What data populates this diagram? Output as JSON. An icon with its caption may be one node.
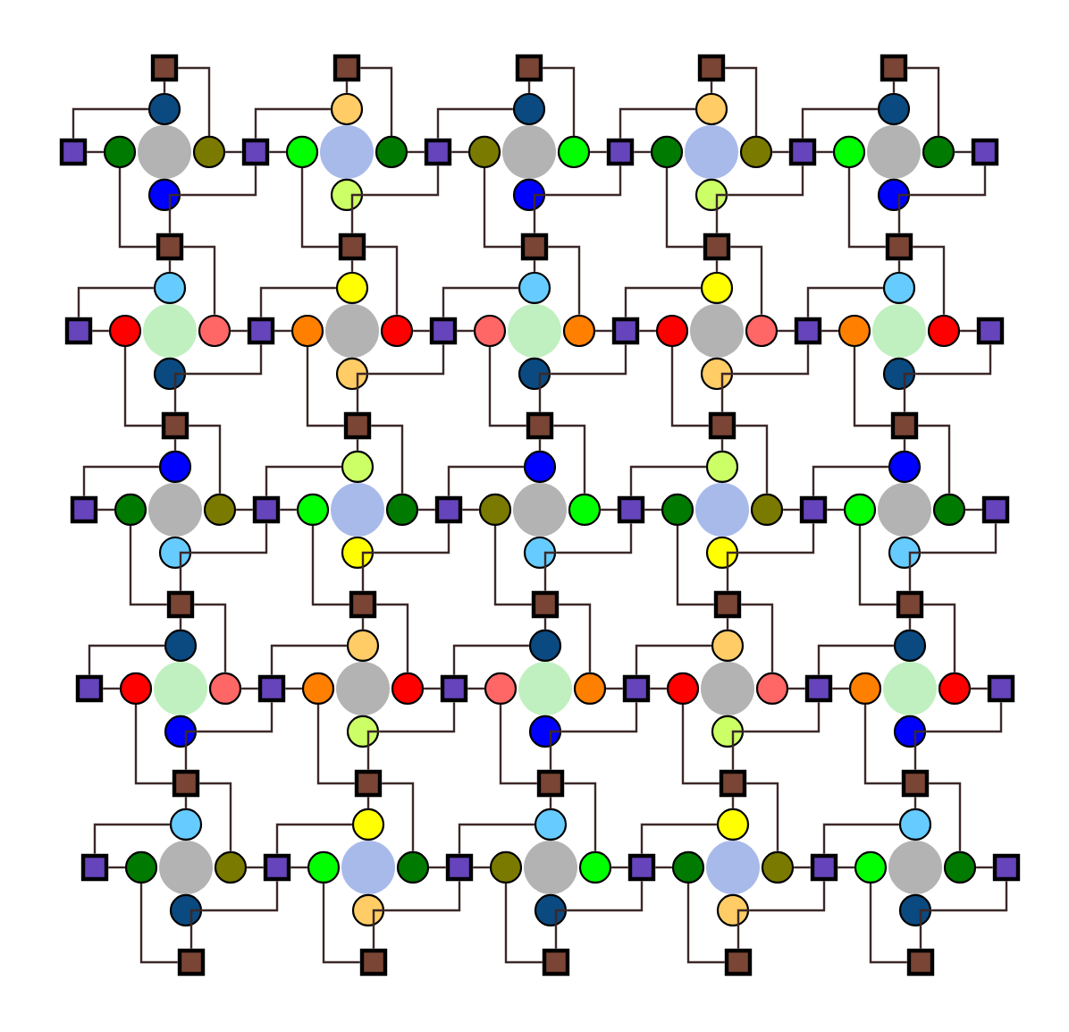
{
  "diagram": {
    "nodes": [
      {
        "text": [],
        "shape": "box"
      },
      {
        "text": [],
        "shape": "box"
      },
      {
        "text": [],
        "shape": "box"
      },
      {
        "text": [],
        "shape": "box"
      },
      {
        "text": [],
        "shape": "box"
      },
      {
        "text": [],
        "shape": "box"
      },
      {
        "text": [],
        "shape": "circle"
      },
      {
        "text": [],
        "shape": "circle"
      },
      {
        "text": [],
        "shape": "circle"
      },
      {
        "text": [],
        "shape": "circle"
      },
      {
        "text": [],
        "shape": "circle"
      },
      {
        "text": [],
        "shape": "box"
      },
      {
        "text": [],
        "shape": "circle"
      },
      {
        "text": [],
        "shape": "circle"
      },
      {
        "text": [],
        "shape": "circle"
      },
      {
        "text": [],
        "shape": "circle"
      },
      {
        "text": [],
        "shape": "circle"
      },
      {
        "text": [],
        "shape": "box"
      },
      {
        "text": [],
        "shape": "circle"
      },
      {
        "text": [],
        "shape": "circle"
      },
      {
        "text": [],
        "shape": "circle"
      },
      {
        "text": [],
        "shape": "circle"
      },
      {
        "text": [],
        "shape": "circle"
      },
      {
        "text": [],
        "shape": "box"
      },
      {
        "text": [],
        "shape": "circle"
      },
      {
        "text": [],
        "shape": "circle"
      },
      {
        "text": [],
        "shape": "circle"
      },
      {
        "text": [],
        "shape": "circle"
      },
      {
        "text": [],
        "shape": "circle"
      },
      {
        "text": [],
        "shape": "box"
      },
      {
        "text": [],
        "shape": "circle"
      },
      {
        "text": [],
        "shape": "circle"
      },
      {
        "text": [],
        "shape": "circle"
      },
      {
        "text": [],
        "shape": "circle"
      },
      {
        "text": [],
        "shape": "circle"
      },
      {
        "text": [],
        "shape": "box"
      },
      {
        "text": [],
        "shape": "box"
      },
      {
        "text": [],
        "shape": "box"
      },
      {
        "text": [],
        "shape": "box"
      },
      {
        "text": [],
        "shape": "box"
      },
      {
        "text": [],
        "shape": "box"
      },
      {
        "text": [],
        "shape": "box"
      },
      {
        "text": [],
        "shape": "circle"
      },
      {
        "text": [],
        "shape": "circle"
      },
      {
        "text": [],
        "shape": "circle"
      },
      {
        "text": [],
        "shape": "circle"
      },
      {
        "text": [],
        "shape": "circle"
      },
      {
        "text": [],
        "shape": "box"
      },
      {
        "text": [],
        "shape": "circle"
      },
      {
        "text": [],
        "shape": "circle"
      },
      {
        "text": [],
        "shape": "circle"
      },
      {
        "text": [],
        "shape": "circle"
      },
      {
        "text": [],
        "shape": "circle"
      },
      {
        "text": [],
        "shape": "box"
      },
      {
        "text": [],
        "shape": "circle"
      },
      {
        "text": [],
        "shape": "circle"
      },
      {
        "text": [],
        "shape": "circle"
      },
      {
        "text": [],
        "shape": "circle"
      },
      {
        "text": [],
        "shape": "circle"
      },
      {
        "text": [],
        "shape": "box"
      },
      {
        "text": [],
        "shape": "circle"
      },
      {
        "text": [],
        "shape": "circle"
      },
      {
        "text": [],
        "shape": "circle"
      },
      {
        "text": [],
        "shape": "circle"
      },
      {
        "text": [],
        "shape": "circle"
      },
      {
        "text": [],
        "shape": "box"
      },
      {
        "text": [],
        "shape": "circle"
      },
      {
        "text": [],
        "shape": "circle"
      },
      {
        "text": [],
        "shape": "circle"
      },
      {
        "text": [],
        "shape": "circle"
      },
      {
        "text": [],
        "shape": "circle"
      },
      {
        "text": [],
        "shape": "box"
      },
      {
        "text": [],
        "shape": "box"
      },
      {
        "text": [],
        "shape": "box"
      },
      {
        "text": [],
        "shape": "box"
      },
      {
        "text": [],
        "shape": "box"
      },
      {
        "text": [],
        "shape": "box"
      },
      {
        "text": [],
        "shape": "box"
      },
      {
        "text": [],
        "shape": "circle"
      },
      {
        "text": [],
        "shape": "circle"
      },
      {
        "text": [],
        "shape": "circle"
      },
      {
        "text": [],
        "shape": "circle"
      },
      {
        "text": [],
        "shape": "circle"
      },
      {
        "text": [],
        "shape": "box"
      },
      {
        "text": [],
        "shape": "circle"
      },
      {
        "text": [],
        "shape": "circle"
      },
      {
        "text": [],
        "shape": "circle"
      },
      {
        "text": [],
        "shape": "circle"
      },
      {
        "text": [],
        "shape": "circle"
      },
      {
        "text": [],
        "shape": "box"
      },
      {
        "text": [],
        "shape": "circle"
      },
      {
        "text": [],
        "shape": "circle"
      },
      {
        "text": [],
        "shape": "circle"
      },
      {
        "text": [],
        "shape": "circle"
      },
      {
        "text": [],
        "shape": "circle"
      },
      {
        "text": [],
        "shape": "box"
      },
      {
        "text": [],
        "shape": "circle"
      },
      {
        "text": [],
        "shape": "circle"
      },
      {
        "text": [],
        "shape": "circle"
      },
      {
        "text": [],
        "shape": "circle"
      },
      {
        "text": [],
        "shape": "circle"
      },
      {
        "text": [],
        "shape": "box"
      },
      {
        "text": [],
        "shape": "circle"
      },
      {
        "text": [],
        "shape": "circle"
      },
      {
        "text": [],
        "shape": "circle"
      },
      {
        "text": [],
        "shape": "circle"
      },
      {
        "text": [],
        "shape": "circle"
      },
      {
        "text": [],
        "shape": "box"
      },
      {
        "text": [],
        "shape": "box"
      },
      {
        "text": [],
        "shape": "box"
      },
      {
        "text": [],
        "shape": "box"
      },
      {
        "text": [],
        "shape": "box"
      },
      {
        "text": [],
        "shape": "box"
      },
      {
        "text": [],
        "shape": "box"
      },
      {
        "text": [],
        "shape": "circle"
      },
      {
        "text": [],
        "shape": "circle"
      },
      {
        "text": [],
        "shape": "circle"
      },
      {
        "text": [],
        "shape": "circle"
      },
      {
        "text": [],
        "shape": "circle"
      },
      {
        "text": [],
        "shape": "box"
      },
      {
        "text": [],
        "shape": "circle"
      },
      {
        "text": [],
        "shape": "circle"
      },
      {
        "text": [],
        "shape": "circle"
      },
      {
        "text": [],
        "shape": "circle"
      },
      {
        "text": [],
        "shape": "circle"
      },
      {
        "text": [],
        "shape": "box"
      },
      {
        "text": [],
        "shape": "circle"
      },
      {
        "text": [],
        "shape": "circle"
      },
      {
        "text": [],
        "shape": "circle"
      },
      {
        "text": [],
        "shape": "circle"
      },
      {
        "text": [],
        "shape": "circle"
      },
      {
        "text": [],
        "shape": "box"
      },
      {
        "text": [],
        "shape": "circle"
      },
      {
        "text": [],
        "shape": "circle"
      },
      {
        "text": [],
        "shape": "circle"
      },
      {
        "text": [],
        "shape": "circle"
      },
      {
        "text": [],
        "shape": "circle"
      },
      {
        "text": [],
        "shape": "box"
      },
      {
        "text": [],
        "shape": "circle"
      },
      {
        "text": [],
        "shape": "circle"
      },
      {
        "text": [],
        "shape": "circle"
      },
      {
        "text": [],
        "shape": "circle"
      },
      {
        "text": [],
        "shape": "circle"
      },
      {
        "text": [],
        "shape": "box"
      },
      {
        "text": [],
        "shape": "box"
      },
      {
        "text": [],
        "shape": "box"
      },
      {
        "text": [],
        "shape": "box"
      },
      {
        "text": [],
        "shape": "box"
      },
      {
        "text": [],
        "shape": "box"
      },
      {
        "text": [],
        "shape": "box"
      },
      {
        "text": [],
        "shape": "circle"
      },
      {
        "text": [],
        "shape": "circle"
      },
      {
        "text": [],
        "shape": "circle"
      },
      {
        "text": [],
        "shape": "circle"
      },
      {
        "text": [],
        "shape": "circle"
      },
      {
        "text": [],
        "shape": "box"
      },
      {
        "text": [],
        "shape": "circle"
      },
      {
        "text": [],
        "shape": "circle"
      },
      {
        "text": [],
        "shape": "circle"
      },
      {
        "text": [],
        "shape": "circle"
      },
      {
        "text": [],
        "shape": "circle"
      },
      {
        "text": [],
        "shape": "box"
      },
      {
        "text": [],
        "shape": "circle"
      },
      {
        "text": [],
        "shape": "circle"
      },
      {
        "text": [],
        "shape": "circle"
      },
      {
        "text": [],
        "shape": "circle"
      },
      {
        "text": [],
        "shape": "circle"
      },
      {
        "text": [],
        "shape": "box"
      },
      {
        "text": [],
        "shape": "circle"
      },
      {
        "text": [],
        "shape": "circle"
      },
      {
        "text": [],
        "shape": "circle"
      },
      {
        "text": [],
        "shape": "circle"
      },
      {
        "text": [],
        "shape": "circle"
      },
      {
        "text": [],
        "shape": "box"
      },
      {
        "text": [],
        "shape": "circle"
      },
      {
        "text": [],
        "shape": "circle"
      },
      {
        "text": [],
        "shape": "circle"
      },
      {
        "text": [],
        "shape": "circle"
      },
      {
        "text": [],
        "shape": "circle"
      },
      {
        "text": [],
        "shape": "box"
      },
      {
        "text": [],
        "shape": "box"
      },
      {
        "text": [],
        "shape": "box"
      },
      {
        "text": [],
        "shape": "box"
      },
      {
        "text": [],
        "shape": "box"
      },
      {
        "text": [],
        "shape": "box"
      }
    ],
    "edges": [
      {
        "from": 6,
        "to": 0,
        "arrow": "none"
      },
      {
        "from": 6,
        "to": 5,
        "arrow": "none"
      },
      {
        "from": 7,
        "to": 5,
        "arrow": "none"
      },
      {
        "from": 7,
        "to": 36,
        "arrow": "none"
      },
      {
        "from": 9,
        "to": 11,
        "arrow": "none"
      },
      {
        "from": 9,
        "to": 0,
        "arrow": "none"
      },
      {
        "from": 10,
        "to": 36,
        "arrow": "none"
      },
      {
        "from": 10,
        "to": 11,
        "arrow": "none"
      },
      {
        "from": 12,
        "to": 1,
        "arrow": "none"
      },
      {
        "from": 12,
        "to": 11,
        "arrow": "none"
      },
      {
        "from": 13,
        "to": 11,
        "arrow": "none"
      },
      {
        "from": 13,
        "to": 37,
        "arrow": "none"
      },
      {
        "from": 15,
        "to": 17,
        "arrow": "none"
      },
      {
        "from": 15,
        "to": 1,
        "arrow": "none"
      },
      {
        "from": 16,
        "to": 37,
        "arrow": "none"
      },
      {
        "from": 16,
        "to": 17,
        "arrow": "none"
      },
      {
        "from": 18,
        "to": 2,
        "arrow": "none"
      },
      {
        "from": 18,
        "to": 17,
        "arrow": "none"
      },
      {
        "from": 19,
        "to": 17,
        "arrow": "none"
      },
      {
        "from": 19,
        "to": 38,
        "arrow": "none"
      },
      {
        "from": 21,
        "to": 23,
        "arrow": "none"
      },
      {
        "from": 21,
        "to": 2,
        "arrow": "none"
      },
      {
        "from": 22,
        "to": 38,
        "arrow": "none"
      },
      {
        "from": 22,
        "to": 23,
        "arrow": "none"
      },
      {
        "from": 24,
        "to": 3,
        "arrow": "none"
      },
      {
        "from": 24,
        "to": 23,
        "arrow": "none"
      },
      {
        "from": 25,
        "to": 23,
        "arrow": "none"
      },
      {
        "from": 25,
        "to": 39,
        "arrow": "none"
      },
      {
        "from": 27,
        "to": 29,
        "arrow": "none"
      },
      {
        "from": 27,
        "to": 3,
        "arrow": "none"
      },
      {
        "from": 28,
        "to": 39,
        "arrow": "none"
      },
      {
        "from": 28,
        "to": 29,
        "arrow": "none"
      },
      {
        "from": 30,
        "to": 4,
        "arrow": "none"
      },
      {
        "from": 30,
        "to": 29,
        "arrow": "none"
      },
      {
        "from": 31,
        "to": 29,
        "arrow": "none"
      },
      {
        "from": 31,
        "to": 40,
        "arrow": "none"
      },
      {
        "from": 33,
        "to": 35,
        "arrow": "none"
      },
      {
        "from": 33,
        "to": 4,
        "arrow": "none"
      },
      {
        "from": 34,
        "to": 40,
        "arrow": "none"
      },
      {
        "from": 34,
        "to": 35,
        "arrow": "none"
      },
      {
        "from": 42,
        "to": 36,
        "arrow": "none"
      },
      {
        "from": 42,
        "to": 41,
        "arrow": "none"
      },
      {
        "from": 43,
        "to": 41,
        "arrow": "none"
      },
      {
        "from": 43,
        "to": 72,
        "arrow": "none"
      },
      {
        "from": 45,
        "to": 47,
        "arrow": "none"
      },
      {
        "from": 45,
        "to": 36,
        "arrow": "none"
      },
      {
        "from": 46,
        "to": 72,
        "arrow": "none"
      },
      {
        "from": 46,
        "to": 47,
        "arrow": "none"
      },
      {
        "from": 48,
        "to": 37,
        "arrow": "none"
      },
      {
        "from": 48,
        "to": 47,
        "arrow": "none"
      },
      {
        "from": 49,
        "to": 47,
        "arrow": "none"
      },
      {
        "from": 49,
        "to": 73,
        "arrow": "none"
      },
      {
        "from": 51,
        "to": 53,
        "arrow": "none"
      },
      {
        "from": 51,
        "to": 37,
        "arrow": "none"
      },
      {
        "from": 52,
        "to": 73,
        "arrow": "none"
      },
      {
        "from": 52,
        "to": 53,
        "arrow": "none"
      },
      {
        "from": 54,
        "to": 38,
        "arrow": "none"
      },
      {
        "from": 54,
        "to": 53,
        "arrow": "none"
      },
      {
        "from": 55,
        "to": 53,
        "arrow": "none"
      },
      {
        "from": 55,
        "to": 74,
        "arrow": "none"
      },
      {
        "from": 57,
        "to": 59,
        "arrow": "none"
      },
      {
        "from": 57,
        "to": 38,
        "arrow": "none"
      },
      {
        "from": 58,
        "to": 74,
        "arrow": "none"
      },
      {
        "from": 58,
        "to": 59,
        "arrow": "none"
      },
      {
        "from": 60,
        "to": 39,
        "arrow": "none"
      },
      {
        "from": 60,
        "to": 59,
        "arrow": "none"
      },
      {
        "from": 61,
        "to": 59,
        "arrow": "none"
      },
      {
        "from": 61,
        "to": 75,
        "arrow": "none"
      },
      {
        "from": 63,
        "to": 65,
        "arrow": "none"
      },
      {
        "from": 63,
        "to": 39,
        "arrow": "none"
      },
      {
        "from": 64,
        "to": 75,
        "arrow": "none"
      },
      {
        "from": 64,
        "to": 65,
        "arrow": "none"
      },
      {
        "from": 66,
        "to": 40,
        "arrow": "none"
      },
      {
        "from": 66,
        "to": 65,
        "arrow": "none"
      },
      {
        "from": 67,
        "to": 65,
        "arrow": "none"
      },
      {
        "from": 67,
        "to": 76,
        "arrow": "none"
      },
      {
        "from": 69,
        "to": 71,
        "arrow": "none"
      },
      {
        "from": 69,
        "to": 40,
        "arrow": "none"
      },
      {
        "from": 70,
        "to": 76,
        "arrow": "none"
      },
      {
        "from": 70,
        "to": 71,
        "arrow": "none"
      },
      {
        "from": 78,
        "to": 72,
        "arrow": "none"
      },
      {
        "from": 78,
        "to": 77,
        "arrow": "none"
      },
      {
        "from": 79,
        "to": 77,
        "arrow": "none"
      },
      {
        "from": 79,
        "to": 108,
        "arrow": "none"
      },
      {
        "from": 81,
        "to": 83,
        "arrow": "none"
      },
      {
        "from": 81,
        "to": 72,
        "arrow": "none"
      },
      {
        "from": 82,
        "to": 108,
        "arrow": "none"
      },
      {
        "from": 82,
        "to": 83,
        "arrow": "none"
      },
      {
        "from": 84,
        "to": 73,
        "arrow": "none"
      },
      {
        "from": 84,
        "to": 83,
        "arrow": "none"
      },
      {
        "from": 85,
        "to": 83,
        "arrow": "none"
      },
      {
        "from": 85,
        "to": 109,
        "arrow": "none"
      },
      {
        "from": 87,
        "to": 89,
        "arrow": "none"
      },
      {
        "from": 87,
        "to": 73,
        "arrow": "none"
      },
      {
        "from": 88,
        "to": 109,
        "arrow": "none"
      },
      {
        "from": 88,
        "to": 89,
        "arrow": "none"
      },
      {
        "from": 90,
        "to": 74,
        "arrow": "none"
      },
      {
        "from": 90,
        "to": 89,
        "arrow": "none"
      },
      {
        "from": 91,
        "to": 89,
        "arrow": "none"
      },
      {
        "from": 91,
        "to": 110,
        "arrow": "none"
      },
      {
        "from": 93,
        "to": 95,
        "arrow": "none"
      },
      {
        "from": 93,
        "to": 74,
        "arrow": "none"
      },
      {
        "from": 94,
        "to": 110,
        "arrow": "none"
      },
      {
        "from": 94,
        "to": 95,
        "arrow": "none"
      },
      {
        "from": 96,
        "to": 75,
        "arrow": "none"
      },
      {
        "from": 96,
        "to": 95,
        "arrow": "none"
      },
      {
        "from": 97,
        "to": 95,
        "arrow": "none"
      },
      {
        "from": 97,
        "to": 111,
        "arrow": "none"
      },
      {
        "from": 99,
        "to": 101,
        "arrow": "none"
      },
      {
        "from": 99,
        "to": 75,
        "arrow": "none"
      },
      {
        "from": 100,
        "to": 111,
        "arrow": "none"
      },
      {
        "from": 100,
        "to": 101,
        "arrow": "none"
      },
      {
        "from": 102,
        "to": 76,
        "arrow": "none"
      },
      {
        "from": 102,
        "to": 101,
        "arrow": "none"
      },
      {
        "from": 103,
        "to": 101,
        "arrow": "none"
      },
      {
        "from": 103,
        "to": 112,
        "arrow": "none"
      },
      {
        "from": 105,
        "to": 107,
        "arrow": "none"
      },
      {
        "from": 105,
        "to": 76,
        "arrow": "none"
      },
      {
        "from": 106,
        "to": 112,
        "arrow": "none"
      },
      {
        "from": 106,
        "to": 107,
        "arrow": "none"
      },
      {
        "from": 114,
        "to": 108,
        "arrow": "none"
      },
      {
        "from": 114,
        "to": 113,
        "arrow": "none"
      },
      {
        "from": 115,
        "to": 113,
        "arrow": "none"
      },
      {
        "from": 115,
        "to": 144,
        "arrow": "none"
      },
      {
        "from": 117,
        "to": 119,
        "arrow": "none"
      },
      {
        "from": 117,
        "to": 108,
        "arrow": "none"
      },
      {
        "from": 118,
        "to": 144,
        "arrow": "none"
      },
      {
        "from": 118,
        "to": 119,
        "arrow": "none"
      },
      {
        "from": 120,
        "to": 109,
        "arrow": "none"
      },
      {
        "from": 120,
        "to": 119,
        "arrow": "none"
      },
      {
        "from": 121,
        "to": 119,
        "arrow": "none"
      },
      {
        "from": 121,
        "to": 145,
        "arrow": "none"
      },
      {
        "from": 123,
        "to": 125,
        "arrow": "none"
      },
      {
        "from": 123,
        "to": 109,
        "arrow": "none"
      },
      {
        "from": 124,
        "to": 145,
        "arrow": "none"
      },
      {
        "from": 124,
        "to": 125,
        "arrow": "none"
      },
      {
        "from": 126,
        "to": 110,
        "arrow": "none"
      },
      {
        "from": 126,
        "to": 125,
        "arrow": "none"
      },
      {
        "from": 127,
        "to": 125,
        "arrow": "none"
      },
      {
        "from": 127,
        "to": 146,
        "arrow": "none"
      },
      {
        "from": 129,
        "to": 131,
        "arrow": "none"
      },
      {
        "from": 129,
        "to": 110,
        "arrow": "none"
      },
      {
        "from": 130,
        "to": 146,
        "arrow": "none"
      },
      {
        "from": 130,
        "to": 131,
        "arrow": "none"
      },
      {
        "from": 132,
        "to": 111,
        "arrow": "none"
      },
      {
        "from": 132,
        "to": 131,
        "arrow": "none"
      },
      {
        "from": 133,
        "to": 131,
        "arrow": "none"
      },
      {
        "from": 133,
        "to": 147,
        "arrow": "none"
      },
      {
        "from": 135,
        "to": 137,
        "arrow": "none"
      },
      {
        "from": 135,
        "to": 111,
        "arrow": "none"
      },
      {
        "from": 136,
        "to": 147,
        "arrow": "none"
      },
      {
        "from": 136,
        "to": 137,
        "arrow": "none"
      },
      {
        "from": 138,
        "to": 112,
        "arrow": "none"
      },
      {
        "from": 138,
        "to": 137,
        "arrow": "none"
      },
      {
        "from": 139,
        "to": 137,
        "arrow": "none"
      },
      {
        "from": 139,
        "to": 148,
        "arrow": "none"
      },
      {
        "from": 141,
        "to": 143,
        "arrow": "none"
      },
      {
        "from": 141,
        "to": 112,
        "arrow": "none"
      },
      {
        "from": 142,
        "to": 148,
        "arrow": "none"
      },
      {
        "from": 142,
        "to": 143,
        "arrow": "none"
      },
      {
        "from": 150,
        "to": 144,
        "arrow": "none"
      },
      {
        "from": 150,
        "to": 149,
        "arrow": "none"
      },
      {
        "from": 151,
        "to": 149,
        "arrow": "none"
      },
      {
        "from": 151,
        "to": 180,
        "arrow": "none"
      },
      {
        "from": 153,
        "to": 155,
        "arrow": "none"
      },
      {
        "from": 153,
        "to": 144,
        "arrow": "none"
      },
      {
        "from": 154,
        "to": 180,
        "arrow": "none"
      },
      {
        "from": 154,
        "to": 155,
        "arrow": "none"
      },
      {
        "from": 156,
        "to": 145,
        "arrow": "none"
      },
      {
        "from": 156,
        "to": 155,
        "arrow": "none"
      },
      {
        "from": 157,
        "to": 155,
        "arrow": "none"
      },
      {
        "from": 157,
        "to": 181,
        "arrow": "none"
      },
      {
        "from": 159,
        "to": 161,
        "arrow": "none"
      },
      {
        "from": 159,
        "to": 145,
        "arrow": "none"
      },
      {
        "from": 160,
        "to": 181,
        "arrow": "none"
      },
      {
        "from": 160,
        "to": 161,
        "arrow": "none"
      },
      {
        "from": 162,
        "to": 146,
        "arrow": "none"
      },
      {
        "from": 162,
        "to": 161,
        "arrow": "none"
      },
      {
        "from": 163,
        "to": 161,
        "arrow": "none"
      },
      {
        "from": 163,
        "to": 182,
        "arrow": "none"
      },
      {
        "from": 165,
        "to": 167,
        "arrow": "none"
      },
      {
        "from": 165,
        "to": 146,
        "arrow": "none"
      },
      {
        "from": 166,
        "to": 182,
        "arrow": "none"
      },
      {
        "from": 166,
        "to": 167,
        "arrow": "none"
      },
      {
        "from": 168,
        "to": 147,
        "arrow": "none"
      },
      {
        "from": 168,
        "to": 167,
        "arrow": "none"
      },
      {
        "from": 169,
        "to": 167,
        "arrow": "none"
      },
      {
        "from": 169,
        "to": 183,
        "arrow": "none"
      },
      {
        "from": 171,
        "to": 173,
        "arrow": "none"
      },
      {
        "from": 171,
        "to": 147,
        "arrow": "none"
      },
      {
        "from": 172,
        "to": 183,
        "arrow": "none"
      },
      {
        "from": 172,
        "to": 173,
        "arrow": "none"
      },
      {
        "from": 174,
        "to": 148,
        "arrow": "none"
      },
      {
        "from": 174,
        "to": 173,
        "arrow": "none"
      },
      {
        "from": 175,
        "to": 173,
        "arrow": "none"
      },
      {
        "from": 175,
        "to": 184,
        "arrow": "none"
      },
      {
        "from": 177,
        "to": 179,
        "arrow": "none"
      },
      {
        "from": 177,
        "to": 148,
        "arrow": "none"
      },
      {
        "from": 178,
        "to": 184,
        "arrow": "none"
      },
      {
        "from": 178,
        "to": 179,
        "arrow": "none"
      }
    ]
  }
}
